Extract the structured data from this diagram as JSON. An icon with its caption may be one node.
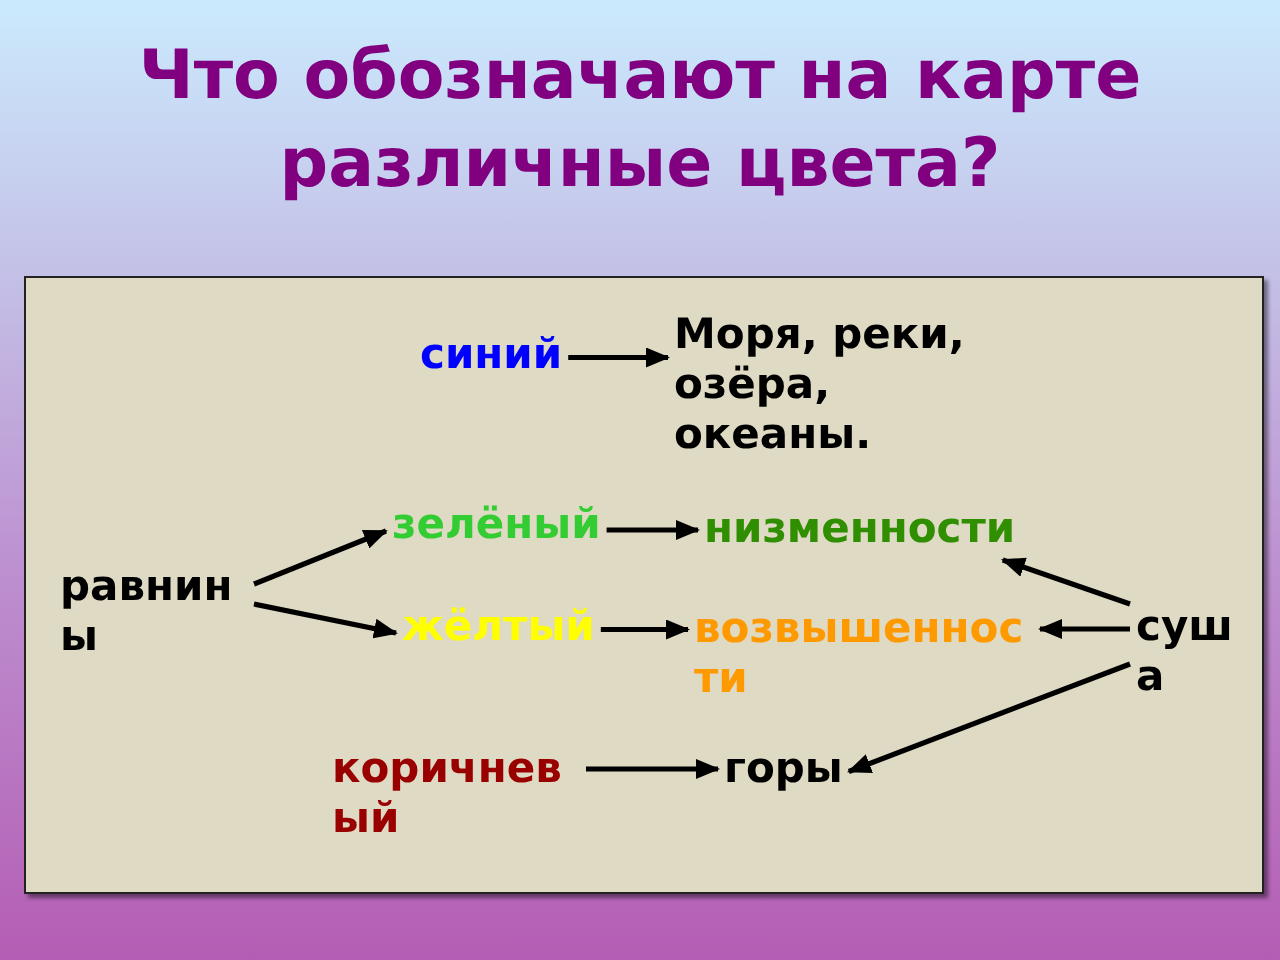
{
  "diagram": {
    "title": "Что обозначают на карте различные цвета?",
    "nodes": [
      {
        "text": [
          "синий"
        ]
      },
      {
        "text": [
          "Моря, реки, озёра, океаны."
        ]
      },
      {
        "text": [
          "зелёный"
        ]
      },
      {
        "text": [
          "низменности"
        ]
      },
      {
        "text": [
          "равнины"
        ]
      },
      {
        "text": [
          "жёлтый"
        ]
      },
      {
        "text": [
          "возвышенности"
        ]
      },
      {
        "text": [
          "суша"
        ]
      },
      {
        "text": [
          "коричневый"
        ]
      },
      {
        "text": [
          "горы"
        ]
      }
    ],
    "edges": [
      {
        "from": 0,
        "to": 1,
        "arrow": "to"
      },
      {
        "from": 2,
        "to": 3,
        "arrow": "to"
      },
      {
        "from": 4,
        "to": 2,
        "arrow": "to"
      },
      {
        "from": 4,
        "to": 5,
        "arrow": "to"
      },
      {
        "from": 5,
        "to": 6,
        "arrow": "to"
      },
      {
        "from": 7,
        "to": 3,
        "arrow": "to"
      },
      {
        "from": 7,
        "to": 6,
        "arrow": "to"
      },
      {
        "from": 7,
        "to": 9,
        "arrow": "to"
      },
      {
        "from": 8,
        "to": 9,
        "arrow": "to"
      }
    ]
  }
}
